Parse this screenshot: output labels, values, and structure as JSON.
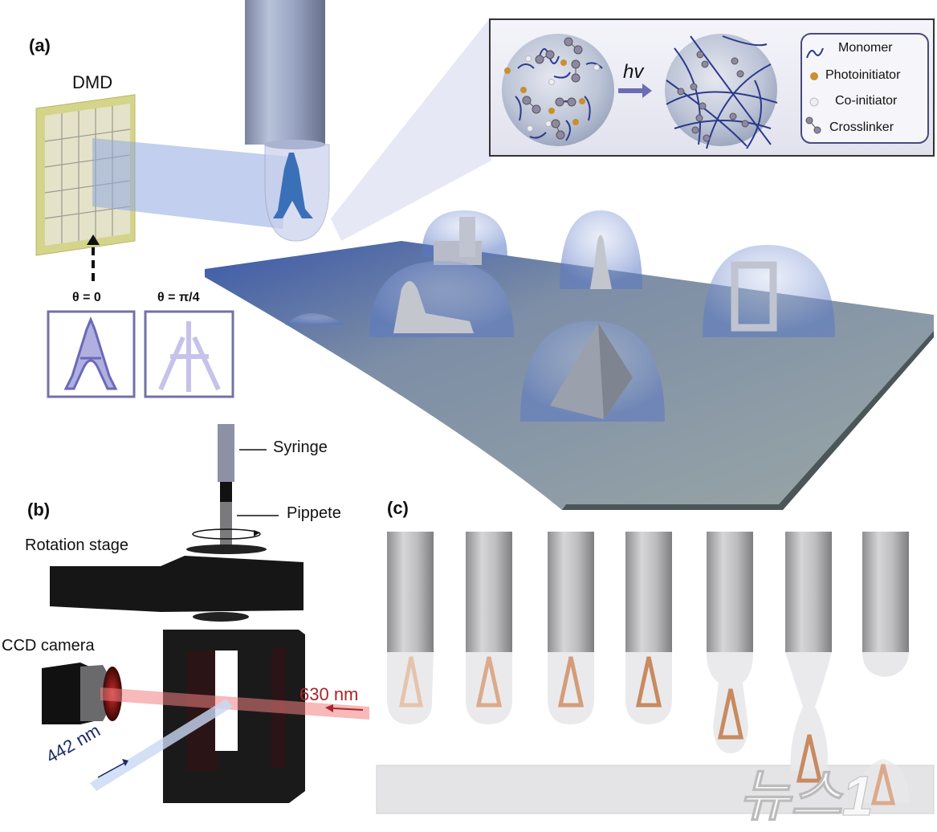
{
  "panels": {
    "a": {
      "label": "(a)",
      "dmd_label": "DMD",
      "projections": [
        {
          "label": "θ = 0"
        },
        {
          "label": "θ = π/4"
        }
      ],
      "inset": {
        "process_label": "hv",
        "legend": [
          {
            "icon": "monomer-icon",
            "label": "Monomer"
          },
          {
            "icon": "photoinitiator-icon",
            "label": "Photoinitiator",
            "color": "#c8902e"
          },
          {
            "icon": "co-initiator-icon",
            "label": "Co-initiator",
            "color": "#e8e8ec"
          },
          {
            "icon": "crosslinker-icon",
            "label": "Crosslinker",
            "color": "#8c88a4"
          }
        ]
      },
      "printed_objects": [
        "castle",
        "chess-bishop",
        "sphinx",
        "cube-frame",
        "pyramid"
      ]
    },
    "b": {
      "label": "(b)",
      "labels": {
        "syringe": "Syringe",
        "pipette": "Pippete",
        "rotation_stage": "Rotation stage",
        "ccd_camera": "CCD camera",
        "red_laser": "630 nm",
        "blue_laser": "442 nm"
      }
    },
    "c": {
      "label": "(c)",
      "steps": 7
    }
  },
  "colors": {
    "accent_blue": "#5a62a8",
    "laser_red": "#a8262a",
    "laser_blue": "#1c2a6a",
    "frame_purple": "#7470a8",
    "dmd_yellow": "#d8d890",
    "stage_black": "#161616",
    "substrate": "#8e9a9c"
  },
  "watermark": "뉴스1"
}
